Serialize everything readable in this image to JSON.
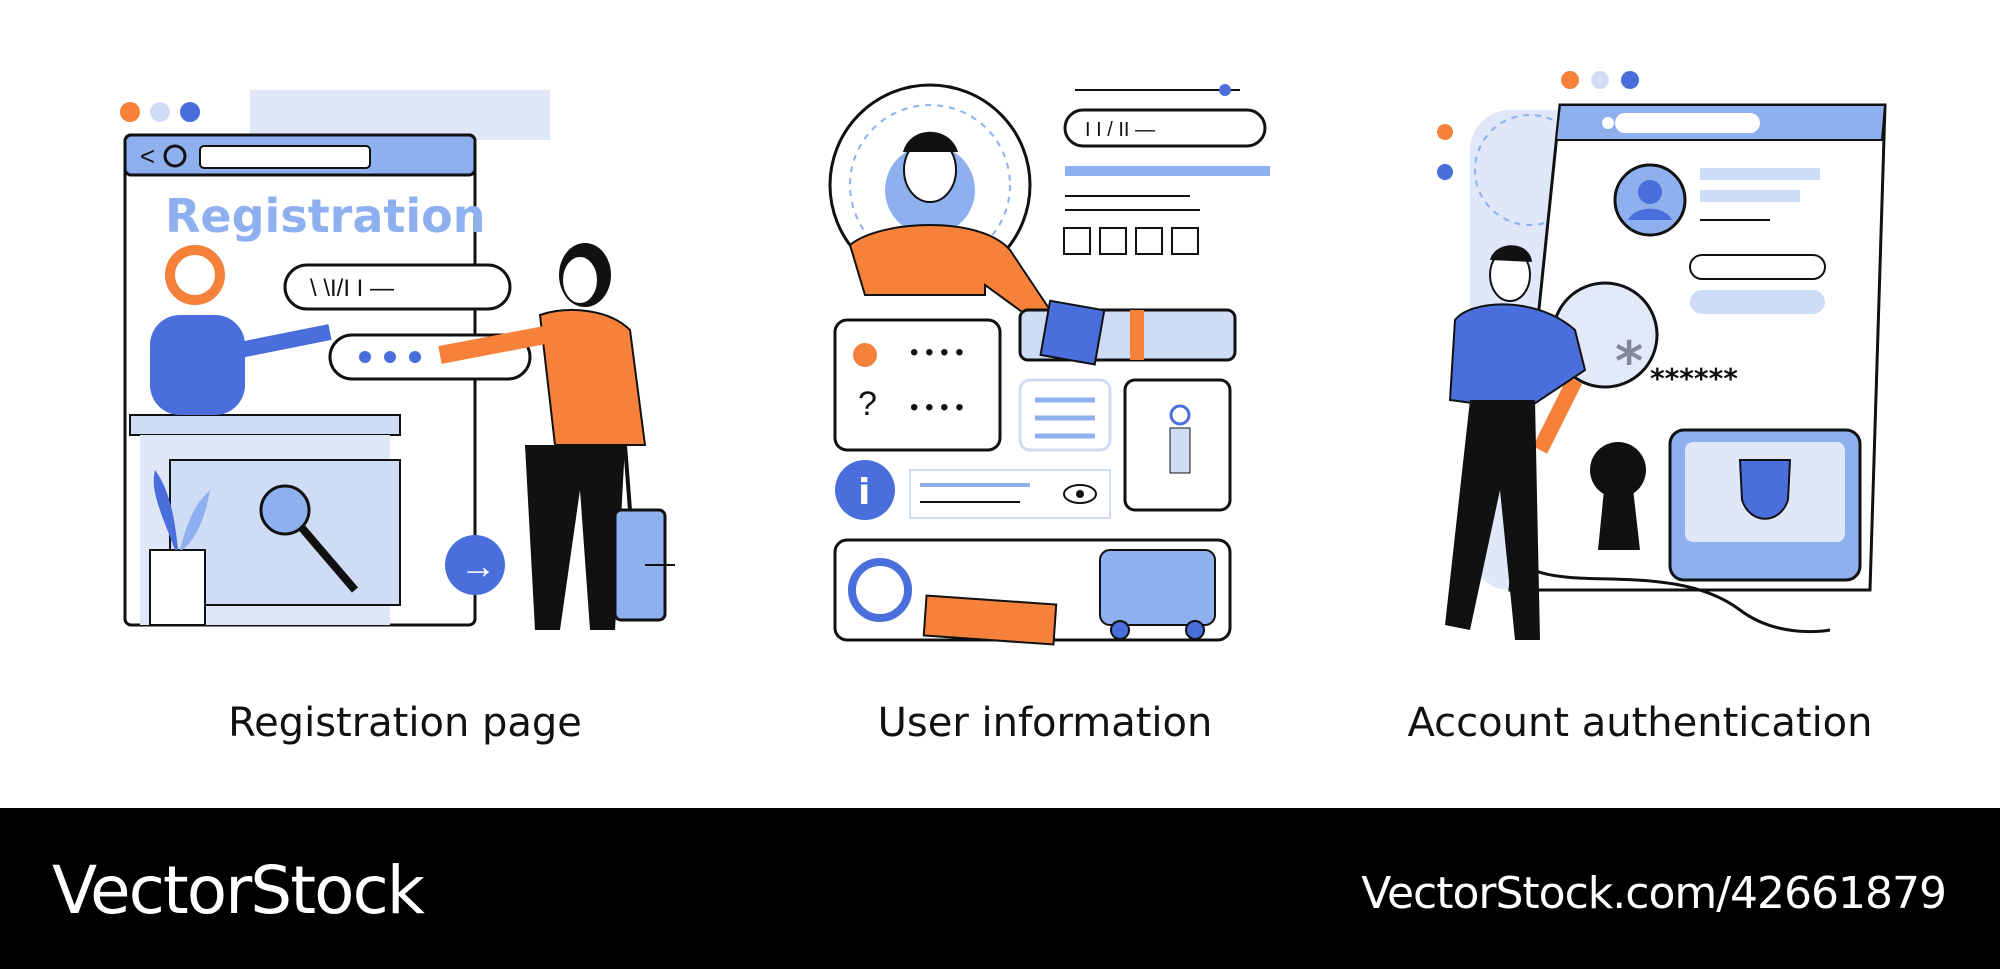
{
  "illustrations": [
    {
      "caption": "Registration page",
      "screen_heading": "Registration",
      "icon": "registration-desk-illustration"
    },
    {
      "caption": "User information",
      "icon": "user-profile-illustration"
    },
    {
      "caption": "Account authentication",
      "icon": "authentication-lock-illustration"
    }
  ],
  "auth_password_mask": "******",
  "footer": {
    "brand": "VectorStock",
    "url": "VectorStock.com/42661879"
  },
  "colors": {
    "blue": "#4a6fdc",
    "light_blue": "#cfdcf5",
    "orange": "#f5813a",
    "black": "#111111",
    "footer_bg": "#000000"
  }
}
